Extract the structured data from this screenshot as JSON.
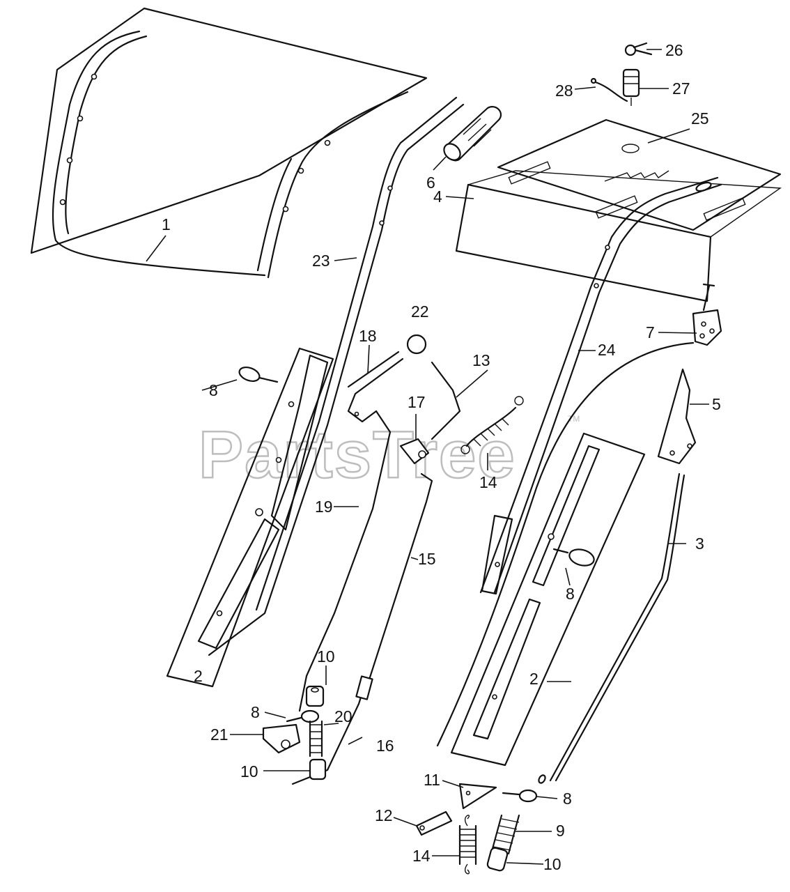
{
  "watermark": {
    "text": "PartsTree",
    "tm": "TM"
  },
  "callouts": {
    "c1": "1",
    "c2a": "2",
    "c2b": "2",
    "c3": "3",
    "c4": "4",
    "c5": "5",
    "c6": "6",
    "c7": "7",
    "c8a": "8",
    "c8b": "8",
    "c8c": "8",
    "c8d": "8",
    "c9": "9",
    "c10a": "10",
    "c10b": "10",
    "c10c": "10",
    "c11": "11",
    "c12": "12",
    "c13": "13",
    "c14a": "14",
    "c14b": "14",
    "c15": "15",
    "c16": "16",
    "c17": "17",
    "c18": "18",
    "c19": "19",
    "c20": "20",
    "c21": "21",
    "c22": "22",
    "c23": "23",
    "c24": "24",
    "c25": "25",
    "c26": "26",
    "c27": "27",
    "c28": "28"
  }
}
